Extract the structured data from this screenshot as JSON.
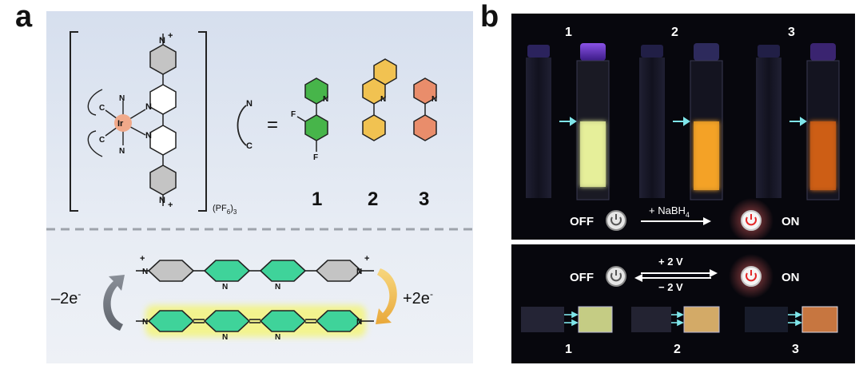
{
  "panel_a": {
    "letter": "a",
    "counterion": "(PF",
    "counterion_sub": "6",
    "counterion_end": ")",
    "counterion_sub2": "3",
    "metal": "Ir",
    "ligand_equals": "=",
    "ligand_N": "N",
    "ligand_C": "C",
    "F_label": "F",
    "N_label": "N",
    "charge": "+",
    "methyl": "–",
    "compounds": [
      "1",
      "2",
      "3"
    ],
    "reduction": "–2e",
    "reduction_sup": "-",
    "oxidation": "+2e",
    "oxidation_sup": "-",
    "colors": {
      "bg": "#dfe6f1",
      "ir": "#f0a98a",
      "green_ring": "#47b54a",
      "yellow_ring": "#f1c251",
      "orange_ring": "#e98d6b",
      "viologen_green": "#3fd39a",
      "gray_ring": "#c4c4c4"
    }
  },
  "panel_b": {
    "letter": "b",
    "top_labels": [
      "1",
      "2",
      "3"
    ],
    "off": "OFF",
    "on": "ON",
    "reagent": "+ NaBH",
    "reagent_sub": "4",
    "plus_v": "+ 2 V",
    "minus_v": "− 2 V",
    "bottom_labels": [
      "1",
      "2",
      "3"
    ],
    "emission_colors": [
      "#e6ef9a",
      "#f4a227",
      "#e9741f"
    ]
  }
}
